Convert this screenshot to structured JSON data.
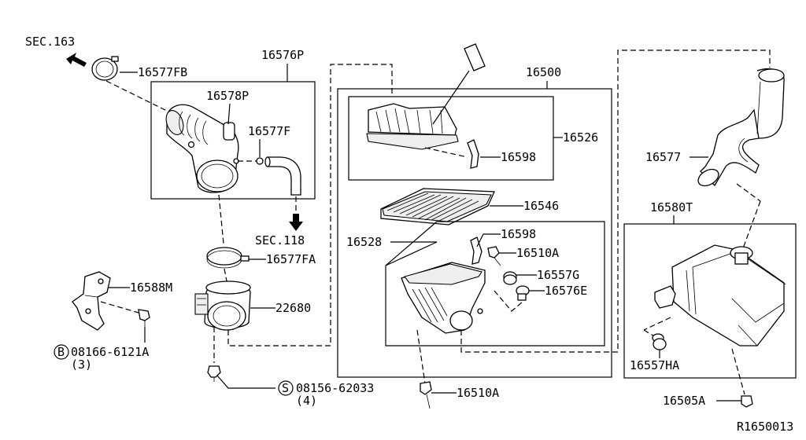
{
  "labels": {
    "sec163": "SEC.163",
    "p16577FB": "16577FB",
    "p16576P": "16576P",
    "p16578P": "16578P",
    "p16577F": "16577F",
    "sec118": "SEC.118",
    "p16577FA": "16577FA",
    "p16588M": "16588M",
    "p22680": "22680",
    "bolt1": "08166-6121A",
    "bolt1_symbol": "B",
    "bolt1_qty": "(3)",
    "bolt2": "08156-62033",
    "bolt2_symbol": "S",
    "bolt2_qty": "(4)",
    "p16500": "16500",
    "p16526": "16526",
    "p16598a": "16598",
    "p16546": "16546",
    "p16528": "16528",
    "p16598b": "16598",
    "p16510A_top": "16510A",
    "p16557G": "16557G",
    "p16576E": "16576E",
    "p16510A_bottom": "16510A",
    "p16577": "16577",
    "p16580T": "16580T",
    "p16557HA": "16557HA",
    "p16505A": "16505A",
    "ref": "R1650013"
  },
  "icons": [
    "arrow-up-left-icon",
    "arrow-down-icon"
  ]
}
